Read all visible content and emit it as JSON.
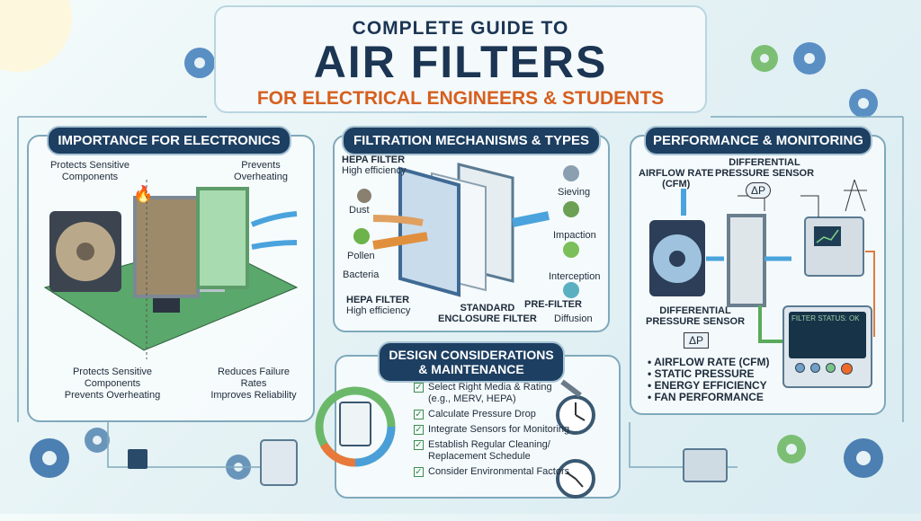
{
  "title": {
    "line1": "COMPLETE GUIDE TO",
    "line2": "AIR FILTERS",
    "line3": "FOR ELECTRICAL ENGINEERS & STUDENTS"
  },
  "colors": {
    "navy": "#1b3553",
    "orange": "#d65f1e",
    "panel_border": "#7fa9bc",
    "airflow": "#4aa3dc",
    "green_filter": "#7cc38a"
  },
  "importance": {
    "header": "IMPORTANCE FOR ELECTRONICS",
    "label_top_left": "Protects Sensitive Components",
    "label_top_right": "Prevents Overheating",
    "bottom_left": [
      "Protects Sensitive",
      "Components",
      "Prevents Overheating"
    ],
    "bottom_right": [
      "Reduces Failure",
      "Rates",
      "Improves Reliability"
    ]
  },
  "mechanisms": {
    "header": "FILTRATION MECHANISMS & TYPES",
    "hepa_top": {
      "name": "HEPA FILTER",
      "sub": "High efficiency"
    },
    "particles": [
      "Dust",
      "Pollen",
      "Bacteria"
    ],
    "hepa_bottom": {
      "name": "HEPA FILTER",
      "sub": "High efficiency"
    },
    "standard": [
      "STANDARD",
      "ENCLOSURE FILTER"
    ],
    "prefilter": "PRE-FILTER",
    "methods": [
      "Sieving",
      "Impaction",
      "Interception",
      "Diffusion"
    ]
  },
  "performance": {
    "header": "PERFORMANCE & MONITORING",
    "airflow_label": [
      "AIRFLOW RATE",
      "(CFM)"
    ],
    "dp_sensor_top": [
      "DIFFERENTIAL",
      "PRESSURE SENSOR"
    ],
    "dp_sensor_bottom": [
      "DIFFERENTIAL",
      "PRESSURE SENSOR"
    ],
    "dp_symbol": "ΔP",
    "status": "FILTER STATUS: OK",
    "metrics": [
      "AIRFLOW RATE (CFM)",
      "STATIC PRESSURE",
      "ENERGY EFFICIENCY",
      "FAN PERFORMANCE"
    ]
  },
  "design": {
    "header": [
      "DESIGN CONSIDERATIONS",
      "& MAINTENANCE"
    ],
    "items": [
      "Select Right Media & Rating (e.g., MERV, HEPA)",
      "Calculate Pressure Drop",
      "Integrate Sensors for Monitoring",
      "Establish Regular Cleaning/ Replacement Schedule",
      "Consider Environmental Factors"
    ]
  },
  "icons": [
    "gear-icon",
    "fan-icon",
    "flame-icon",
    "filter-icon",
    "circuit-board-icon",
    "clipboard-icon",
    "wrench-icon",
    "clock-icon",
    "power-tower-icon",
    "monitor-icon"
  ]
}
